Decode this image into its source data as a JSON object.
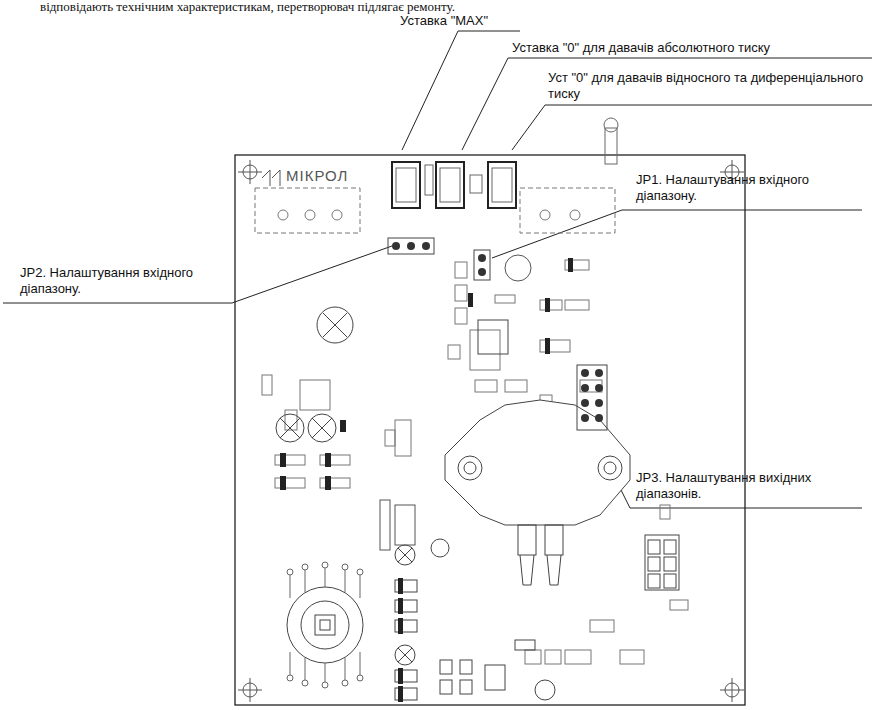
{
  "diagram": {
    "labels": [
      "відповідають технічним характеристикам, перетворювач підлягає ремонту.",
      "Уставка \"MAX\"",
      "Уставка \"0\" для давачів абсолютного тиску",
      "Уст \"0\" для давачів відносного та диференціального тиску",
      "JP1. Налаштування вхідного діапазону.",
      "JP2. Налаштування вхідного діапазону.",
      "JP3. Налаштування вихідних діапазонів.",
      "МІКРОЛ"
    ]
  }
}
